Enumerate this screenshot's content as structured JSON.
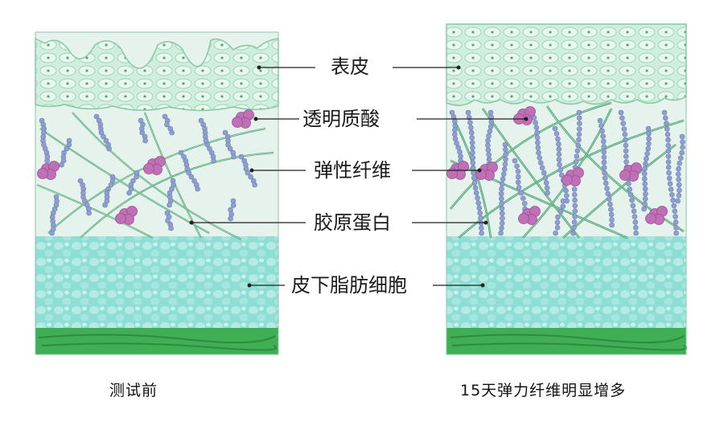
{
  "labels": {
    "epidermis": "表皮",
    "hyaluronic_acid": "透明质酸",
    "elastic_fiber": "弹性纤维",
    "collagen": "胶原蛋白",
    "subcutaneous_fat": "皮下脂肪细胞"
  },
  "captions": {
    "before": "测试前",
    "after": "15天弹力纤维明显增多"
  },
  "colors": {
    "epidermis": "#cfeedd",
    "epidermis_cell": "#e9f8ef",
    "dermis": "#e6f3ec",
    "elastic_fiber": "#8f9fce",
    "collagen": "#3f9a6a",
    "hyaluronic_acid": "#c070b6",
    "fat": "#8fded6",
    "base": "#3fae55"
  }
}
